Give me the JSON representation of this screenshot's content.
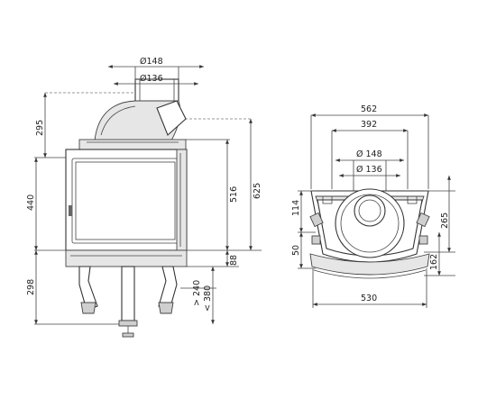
{
  "front_view": {
    "flue_outer": "Ø148",
    "flue_inner": "Ø136",
    "h_flue_to_top": "295",
    "h_body": "440",
    "h_glass": "516",
    "h_total": "625",
    "h_leg_offset": "88",
    "h_legs": "298",
    "leg_min": "> 240",
    "leg_max": "< 380"
  },
  "top_view": {
    "w_total": "562",
    "w_inner": "392",
    "flue_outer": "Ø 148",
    "flue_inner": "Ø 136",
    "d_flue": "114",
    "d_bottom": "50",
    "d_total": "265",
    "d_base": "162",
    "w_base": "530"
  }
}
